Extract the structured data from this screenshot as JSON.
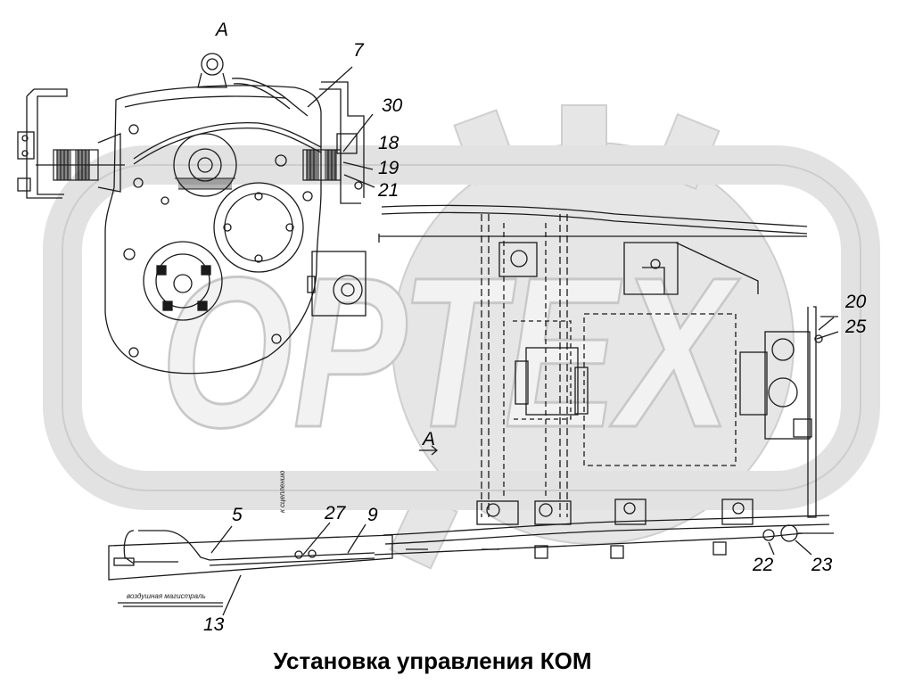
{
  "title": "Установка управления КОМ",
  "watermark": "ОРТЕХ",
  "view_labels": {
    "top": "А",
    "middle": "А"
  },
  "callouts": {
    "n7": "7",
    "n30": "30",
    "n18": "18",
    "n19": "19",
    "n21": "21",
    "n20": "20",
    "n25": "25",
    "n5": "5",
    "n27": "27",
    "n9": "9",
    "n22": "22",
    "n23": "23",
    "n13": "13"
  },
  "notes": {
    "air_line": "воздушная магистраль",
    "side_note": "к сцеплению"
  },
  "colors": {
    "line": "#1a1a1a",
    "watermark_fill": "#e6e6e6",
    "watermark_stroke": "#c4c4c4"
  }
}
